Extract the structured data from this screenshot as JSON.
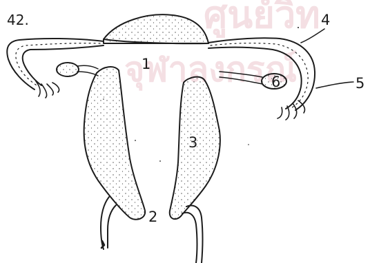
{
  "figure": {
    "number": "42.",
    "labels": {
      "l1": "1",
      "l2": "2",
      "l3": "3",
      "l4": "4",
      "l5": "5",
      "l6": "6"
    }
  },
  "watermark": {
    "line1": "ศูนย์วิท",
    "line2": "จุฬาลงกรณ์"
  },
  "colors": {
    "ink": "#1c1c1c",
    "watermark": "#f3dce0",
    "paper": "#ffffff"
  }
}
